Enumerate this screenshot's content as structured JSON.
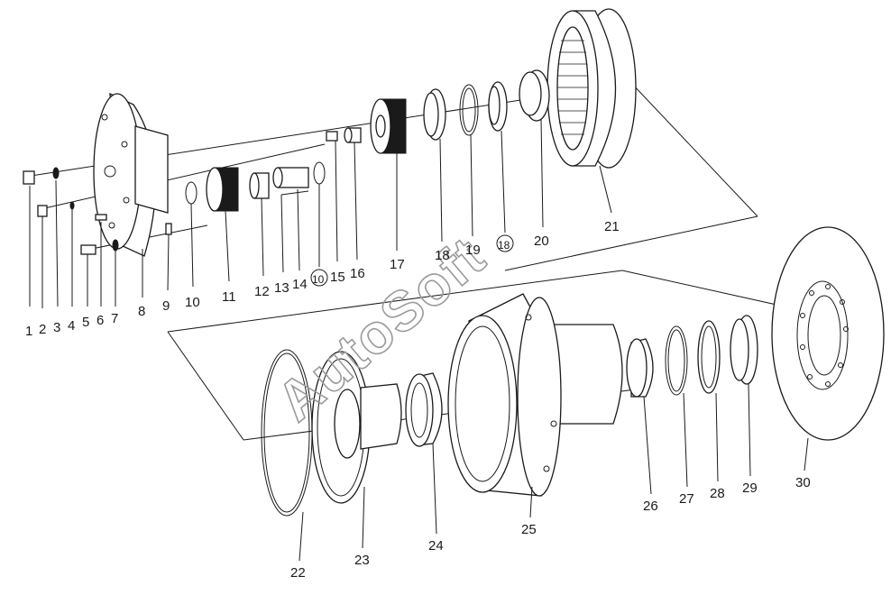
{
  "watermark": "AutoSoft",
  "callouts": [
    "1",
    "2",
    "3",
    "4",
    "5",
    "6",
    "7",
    "8",
    "9",
    "10",
    "11",
    "12",
    "13",
    "14",
    "10",
    "15",
    "16",
    "17",
    "18",
    "19",
    "18",
    "20",
    "21",
    "22",
    "23",
    "24",
    "25",
    "26",
    "27",
    "28",
    "29",
    "30"
  ]
}
